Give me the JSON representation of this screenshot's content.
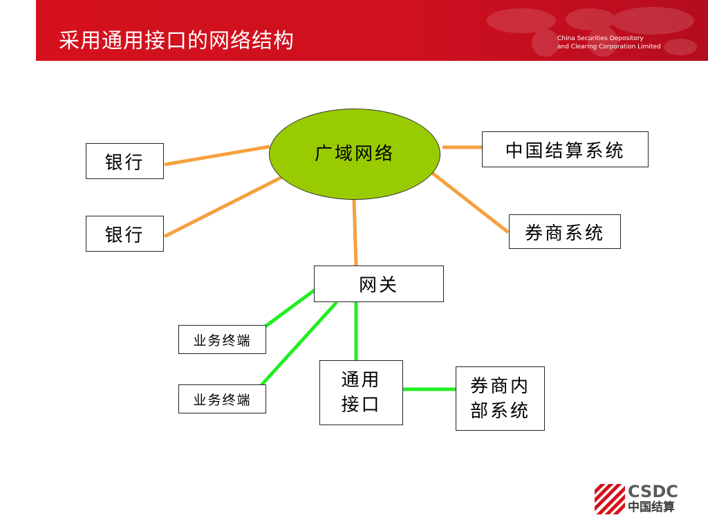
{
  "slide": {
    "title": "采用通用接口的网络结构"
  },
  "branding": {
    "org_name_en_line1": "China Securities Depository",
    "org_name_en_line2": "and Clearing Corporation Limited",
    "logo_text": "CSDC",
    "logo_text_cn": "中国结算"
  },
  "diagram": {
    "nodes": {
      "wan": "广域网络",
      "bank_1": "银行",
      "bank_2": "银行",
      "csdc_system": "中国结算系统",
      "broker_system": "券商系统",
      "gateway": "网关",
      "terminal_1": "业务终端",
      "terminal_2": "业务终端",
      "universal_interface_line1": "通用",
      "universal_interface_line2": "接口",
      "broker_internal_line1": "券商内",
      "broker_internal_line2": "部系统"
    },
    "connectors": [
      {
        "from": "wan",
        "to": "bank_1",
        "color": "orange"
      },
      {
        "from": "wan",
        "to": "bank_2",
        "color": "orange"
      },
      {
        "from": "wan",
        "to": "csdc_system",
        "color": "orange"
      },
      {
        "from": "wan",
        "to": "broker_system",
        "color": "orange"
      },
      {
        "from": "wan",
        "to": "gateway",
        "color": "orange"
      },
      {
        "from": "gateway",
        "to": "terminal_1",
        "color": "green"
      },
      {
        "from": "gateway",
        "to": "terminal_2",
        "color": "green"
      },
      {
        "from": "gateway",
        "to": "universal_interface",
        "color": "green"
      },
      {
        "from": "universal_interface",
        "to": "broker_internal",
        "color": "green"
      }
    ]
  },
  "colors": {
    "header_red": "#d4111c",
    "wan_green": "#99cc00",
    "connector_orange": "#f5a040",
    "connector_green": "#22ee22"
  }
}
